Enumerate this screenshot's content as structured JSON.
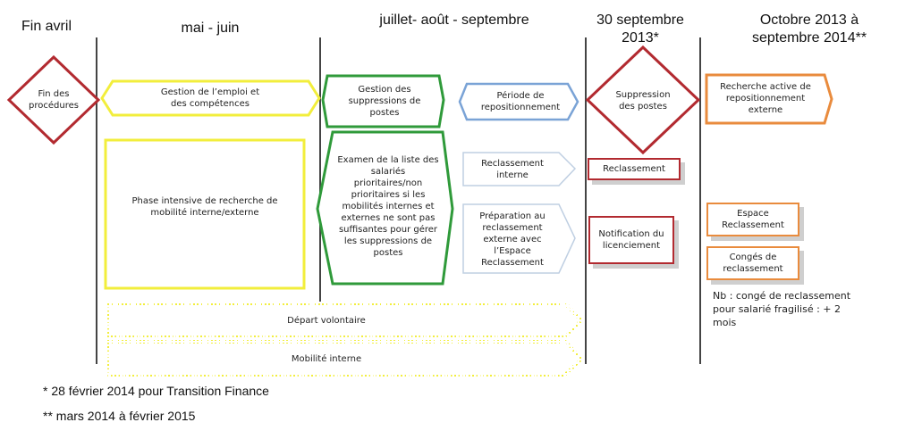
{
  "headers": {
    "fin_avril": "Fin avril",
    "mai_juin": "mai - juin",
    "juillet_septembre": "juillet- août - septembre",
    "trente_septembre": "30 septembre 2013*",
    "octobre": "Octobre 2013 à septembre 2014**"
  },
  "nodes": {
    "fin_procedures": "Fin des procédures",
    "gestion_emploi": "Gestion de l’emploi et des compétences",
    "phase_intensive": "Phase intensive de recherche de mobilité interne/externe",
    "gestion_suppressions": "Gestion des suppressions de postes",
    "examen_liste": "Examen de la liste des salariés prioritaires/non prioritaires si les mobilités internes et externes ne sont pas suffisantes pour gérer les suppressions de postes",
    "periode_repositionnement": "Période de repositionnement",
    "reclassement_interne": "Reclassement interne",
    "preparation_reclassement": "Préparation au reclassement externe avec l’Espace Reclassement",
    "suppression_postes": "Suppression des postes",
    "reclassement": "Reclassement",
    "notification": "Notification du licenciement",
    "recherche_active": "Recherche active de repositionnement externe",
    "espace_reclassement": "Espace Reclassement",
    "conges_reclassement": "Congés de reclassement",
    "depart_volontaire": "Départ volontaire",
    "mobilite_interne": "Mobilité interne"
  },
  "nb_note": "Nb : congé de reclassement pour  salarié fragilisé :  + 2 mois",
  "footnotes": {
    "one": "* 28 février 2014 pour Transition Finance",
    "two": "** mars 2014 à février 2015"
  },
  "colors": {
    "dark_red": "#b22a30",
    "yellow": "#f2ee3c",
    "green": "#2f9a3a",
    "blue": "#7aa3d6",
    "orange": "#e98b3d",
    "light_arrow": "#bfcfe2"
  }
}
